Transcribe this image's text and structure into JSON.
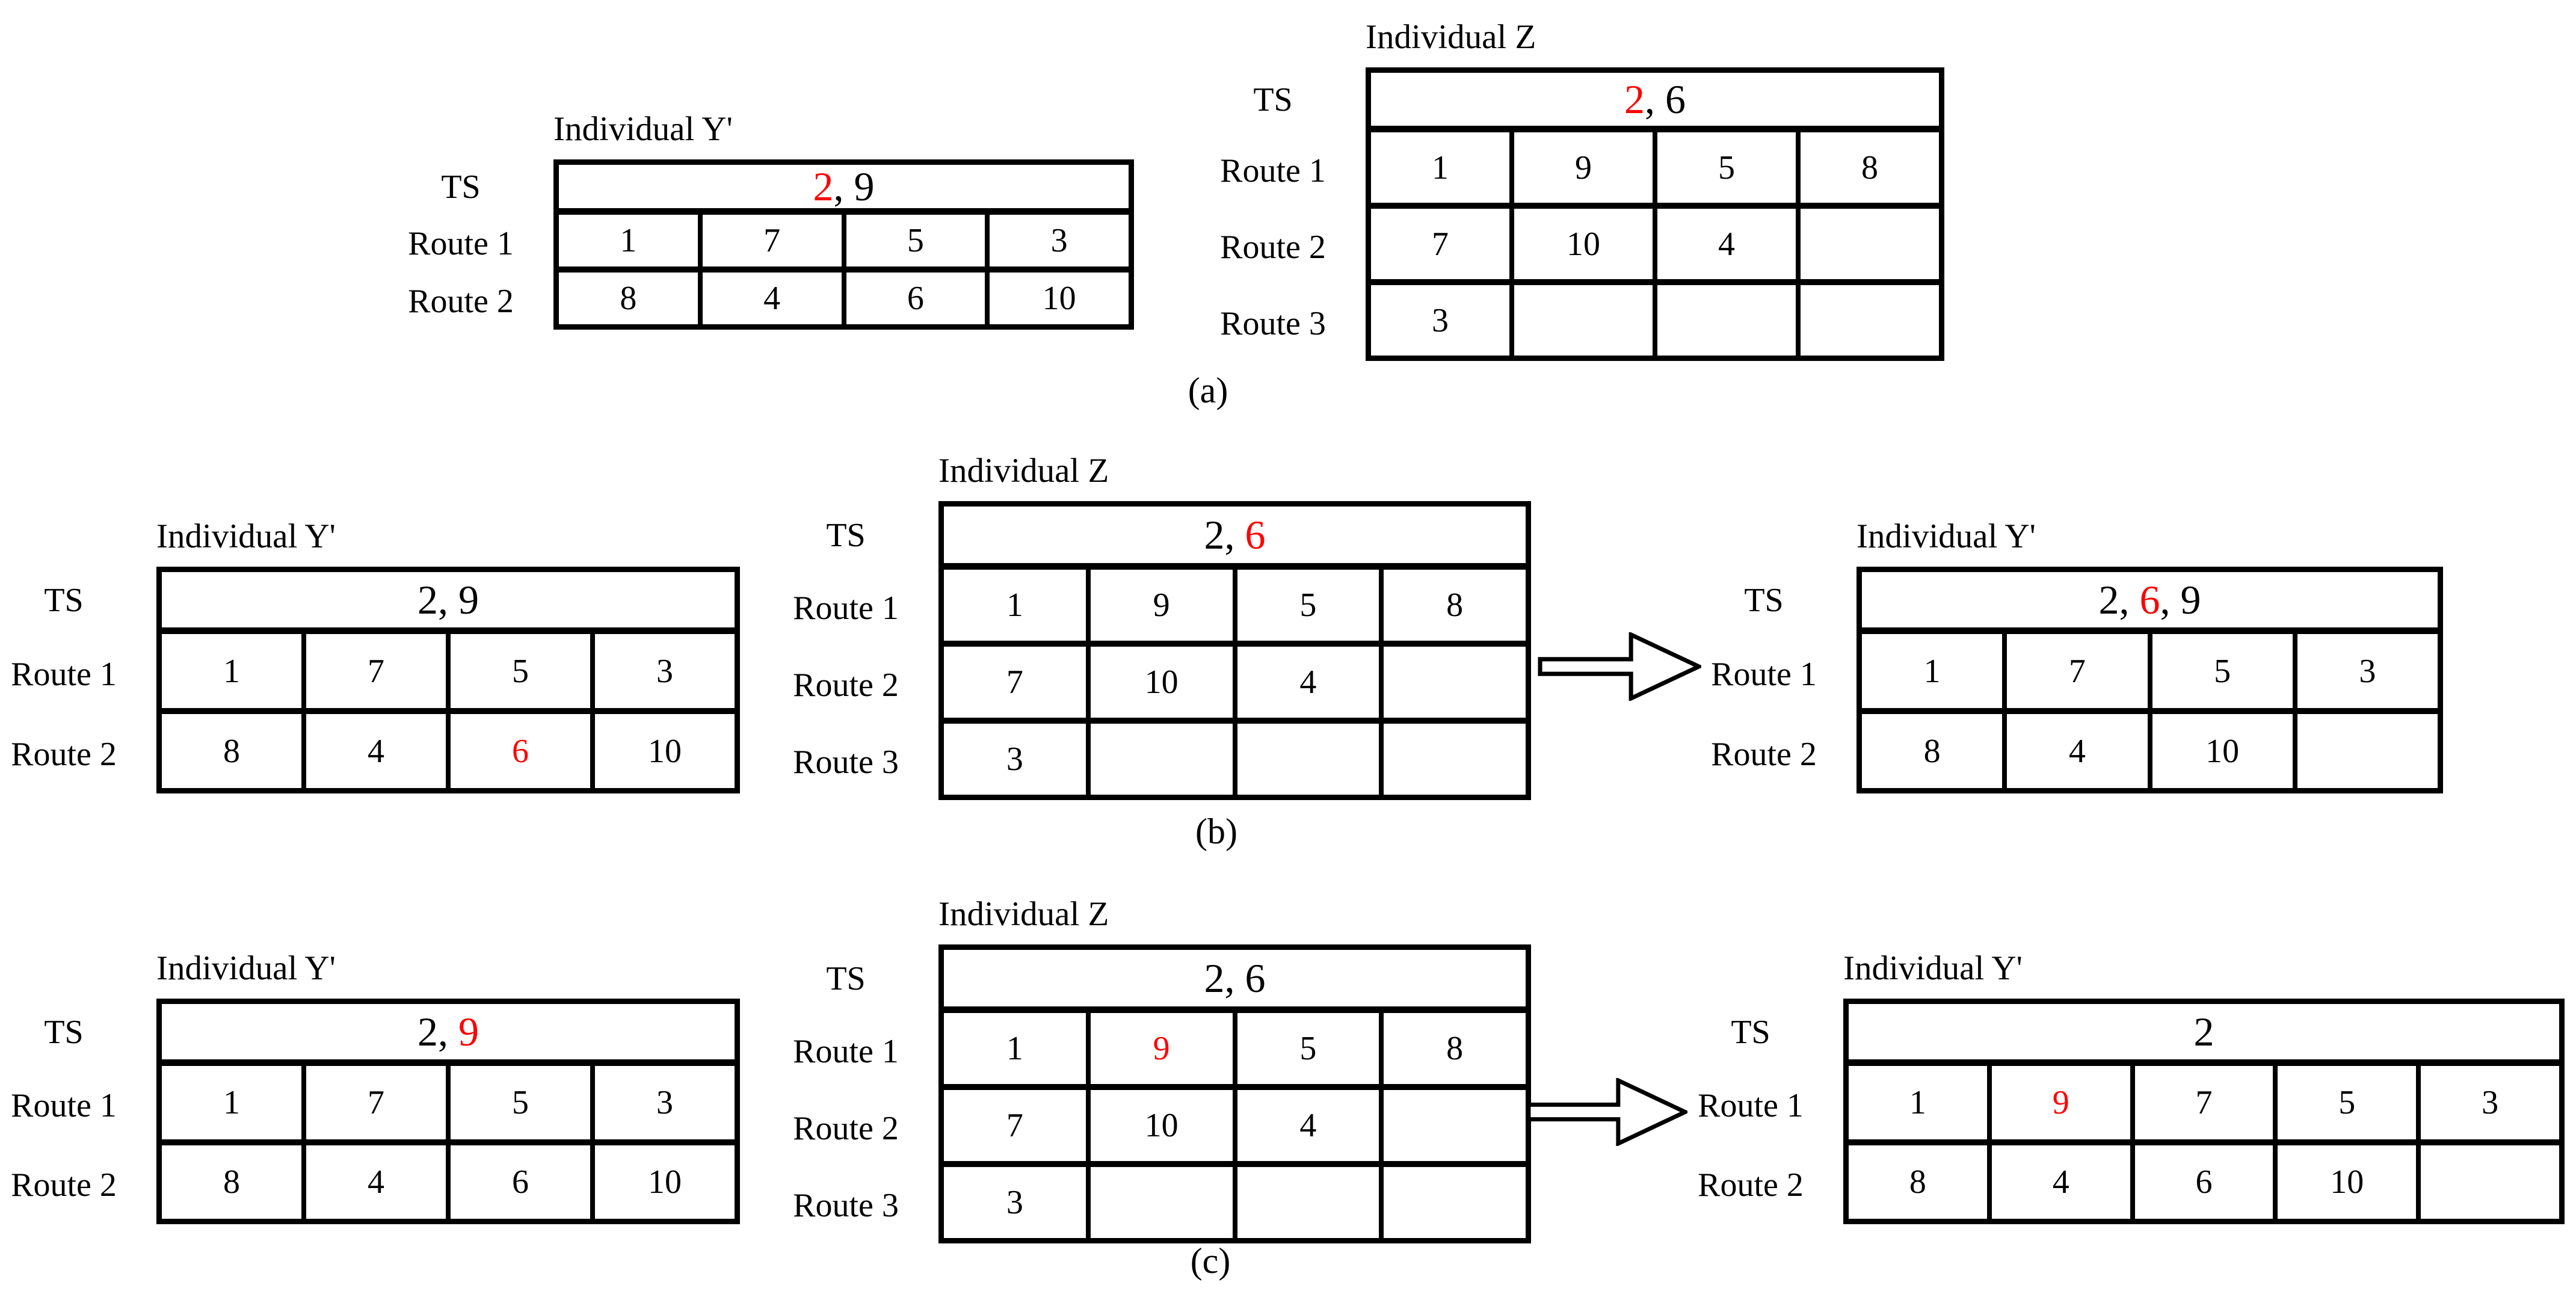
{
  "figure": {
    "panel_labels": {
      "a": "(a)",
      "b": "(b)",
      "c": "(c)"
    }
  },
  "colors": {
    "highlight_red": "#ff0000",
    "text": "#000000",
    "border": "#000000",
    "background": "#ffffff"
  },
  "icons": {
    "arrow": "block-arrow-right"
  },
  "tables": {
    "a_left": {
      "title": "Individual Y'",
      "ts_label": "TS",
      "ts_segments": [
        {
          "text": "2",
          "red": true
        },
        {
          "text": ", 9"
        }
      ],
      "row_labels": [
        "Route 1",
        "Route 2"
      ],
      "rows": [
        {
          "cells": [
            {
              "text": "1"
            },
            {
              "text": "7"
            },
            {
              "text": "5"
            },
            {
              "text": "3"
            }
          ]
        },
        {
          "cells": [
            {
              "text": "8"
            },
            {
              "text": "4"
            },
            {
              "text": "6"
            },
            {
              "text": "10"
            }
          ]
        }
      ]
    },
    "a_right": {
      "title": "Individual Z",
      "ts_label": "TS",
      "ts_segments": [
        {
          "text": "2",
          "red": true
        },
        {
          "text": ", 6"
        }
      ],
      "row_labels": [
        "Route 1",
        "Route 2",
        "Route 3"
      ],
      "rows": [
        {
          "cells": [
            {
              "text": "1"
            },
            {
              "text": "9"
            },
            {
              "text": "5"
            },
            {
              "text": "8"
            }
          ]
        },
        {
          "cells": [
            {
              "text": "7"
            },
            {
              "text": "10"
            },
            {
              "text": "4"
            },
            {
              "text": ""
            }
          ]
        },
        {
          "cells": [
            {
              "text": "3"
            },
            {
              "text": ""
            },
            {
              "text": ""
            },
            {
              "text": ""
            }
          ]
        }
      ]
    },
    "b_left": {
      "title": "Individual Y'",
      "ts_label": "TS",
      "ts_segments": [
        {
          "text": "2, 9"
        }
      ],
      "row_labels": [
        "Route 1",
        "Route 2"
      ],
      "rows": [
        {
          "cells": [
            {
              "text": "1"
            },
            {
              "text": "7"
            },
            {
              "text": "5"
            },
            {
              "text": "3"
            }
          ]
        },
        {
          "cells": [
            {
              "text": "8"
            },
            {
              "text": "4"
            },
            {
              "text": "6",
              "red": true
            },
            {
              "text": "10"
            }
          ]
        }
      ]
    },
    "b_mid": {
      "title": "Individual Z",
      "ts_label": "TS",
      "ts_segments": [
        {
          "text": "2, "
        },
        {
          "text": "6",
          "red": true
        }
      ],
      "row_labels": [
        "Route 1",
        "Route 2",
        "Route 3"
      ],
      "rows": [
        {
          "cells": [
            {
              "text": "1"
            },
            {
              "text": "9"
            },
            {
              "text": "5"
            },
            {
              "text": "8"
            }
          ]
        },
        {
          "cells": [
            {
              "text": "7"
            },
            {
              "text": "10"
            },
            {
              "text": "4"
            },
            {
              "text": ""
            }
          ]
        },
        {
          "cells": [
            {
              "text": "3"
            },
            {
              "text": ""
            },
            {
              "text": ""
            },
            {
              "text": ""
            }
          ]
        }
      ]
    },
    "b_right": {
      "title": "Individual Y'",
      "ts_label": "TS",
      "ts_segments": [
        {
          "text": "2, "
        },
        {
          "text": "6",
          "red": true
        },
        {
          "text": ", 9"
        }
      ],
      "row_labels": [
        "Route 1",
        "Route 2"
      ],
      "rows": [
        {
          "cells": [
            {
              "text": "1"
            },
            {
              "text": "7"
            },
            {
              "text": "5"
            },
            {
              "text": "3"
            }
          ]
        },
        {
          "cells": [
            {
              "text": "8"
            },
            {
              "text": "4"
            },
            {
              "text": "10"
            },
            {
              "text": ""
            }
          ]
        }
      ]
    },
    "c_left": {
      "title": "Individual Y'",
      "ts_label": "TS",
      "ts_segments": [
        {
          "text": "2, "
        },
        {
          "text": "9",
          "red": true
        }
      ],
      "row_labels": [
        "Route 1",
        "Route 2"
      ],
      "rows": [
        {
          "cells": [
            {
              "text": "1"
            },
            {
              "text": "7"
            },
            {
              "text": "5"
            },
            {
              "text": "3"
            }
          ]
        },
        {
          "cells": [
            {
              "text": "8"
            },
            {
              "text": "4"
            },
            {
              "text": "6"
            },
            {
              "text": "10"
            }
          ]
        }
      ]
    },
    "c_mid": {
      "title": "Individual Z",
      "ts_label": "TS",
      "ts_segments": [
        {
          "text": "2, 6"
        }
      ],
      "row_labels": [
        "Route 1",
        "Route 2",
        "Route 3"
      ],
      "rows": [
        {
          "cells": [
            {
              "text": "1"
            },
            {
              "text": "9",
              "red": true
            },
            {
              "text": "5"
            },
            {
              "text": "8"
            }
          ]
        },
        {
          "cells": [
            {
              "text": "7"
            },
            {
              "text": "10"
            },
            {
              "text": "4"
            },
            {
              "text": ""
            }
          ]
        },
        {
          "cells": [
            {
              "text": "3"
            },
            {
              "text": ""
            },
            {
              "text": ""
            },
            {
              "text": ""
            }
          ]
        }
      ]
    },
    "c_right": {
      "title": "Individual Y'",
      "ts_label": "TS",
      "ts_segments": [
        {
          "text": "2"
        }
      ],
      "row_labels": [
        "Route 1",
        "Route 2"
      ],
      "rows": [
        {
          "cells": [
            {
              "text": "1"
            },
            {
              "text": "9",
              "red": true
            },
            {
              "text": "7"
            },
            {
              "text": "5"
            },
            {
              "text": "3"
            }
          ]
        },
        {
          "cells": [
            {
              "text": "8"
            },
            {
              "text": "4"
            },
            {
              "text": "6"
            },
            {
              "text": "10"
            },
            {
              "text": ""
            }
          ]
        }
      ]
    }
  }
}
